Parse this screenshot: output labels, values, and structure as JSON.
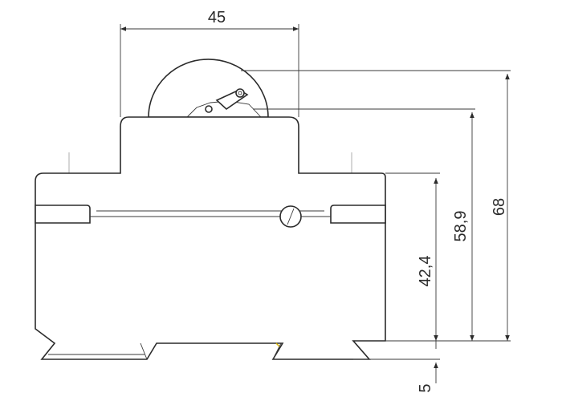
{
  "dimensions": {
    "width_label": "45",
    "height_overall_label": "68",
    "height_toggle_label": "58,9",
    "height_body_label": "42,4",
    "rail_label": "5"
  },
  "colors": {
    "line": "#2b2b2b",
    "marker": "#d4b000"
  }
}
